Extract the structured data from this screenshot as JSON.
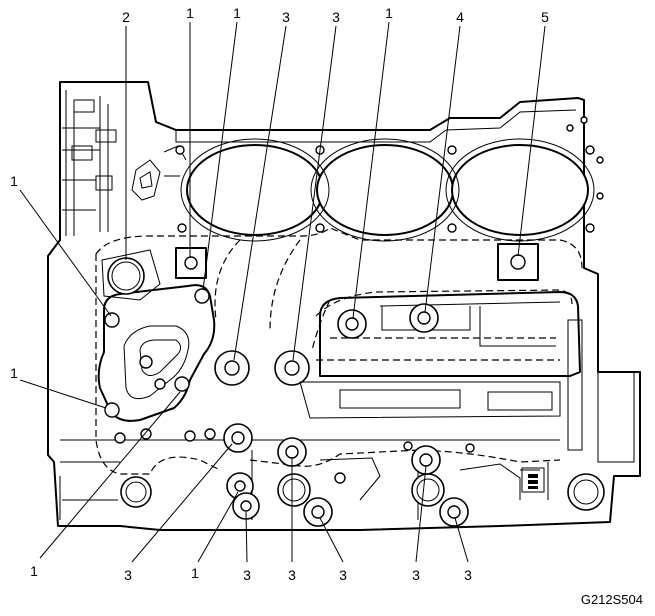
{
  "figure_id": "G212S504",
  "callouts": [
    {
      "label": "2",
      "target": "oil-filter-adapter-port"
    },
    {
      "label": "1",
      "target": "upper-left-square-boss"
    },
    {
      "label": "1",
      "target": "cover-upper-bolt"
    },
    {
      "label": "3",
      "target": "middle-plug-left"
    },
    {
      "label": "3",
      "target": "middle-plug-right"
    },
    {
      "label": "1",
      "target": "center-rail-bolt"
    },
    {
      "label": "4",
      "target": "rail-end-bolt"
    },
    {
      "label": "5",
      "target": "upper-right-square-boss"
    },
    {
      "label": "1",
      "target": "cover-left-bolt"
    },
    {
      "label": "1",
      "target": "cover-lower-left-bolt"
    },
    {
      "label": "1",
      "target": "cover-lower-right-bolt"
    },
    {
      "label": "3",
      "target": "lower-plug-1"
    },
    {
      "label": "1",
      "target": "lower-small-boss"
    },
    {
      "label": "3",
      "target": "lower-plug-2"
    },
    {
      "label": "3",
      "target": "lower-plug-3"
    },
    {
      "label": "3",
      "target": "lower-plug-4"
    },
    {
      "label": "3",
      "target": "lower-plug-5"
    },
    {
      "label": "3",
      "target": "lower-plug-6"
    }
  ]
}
